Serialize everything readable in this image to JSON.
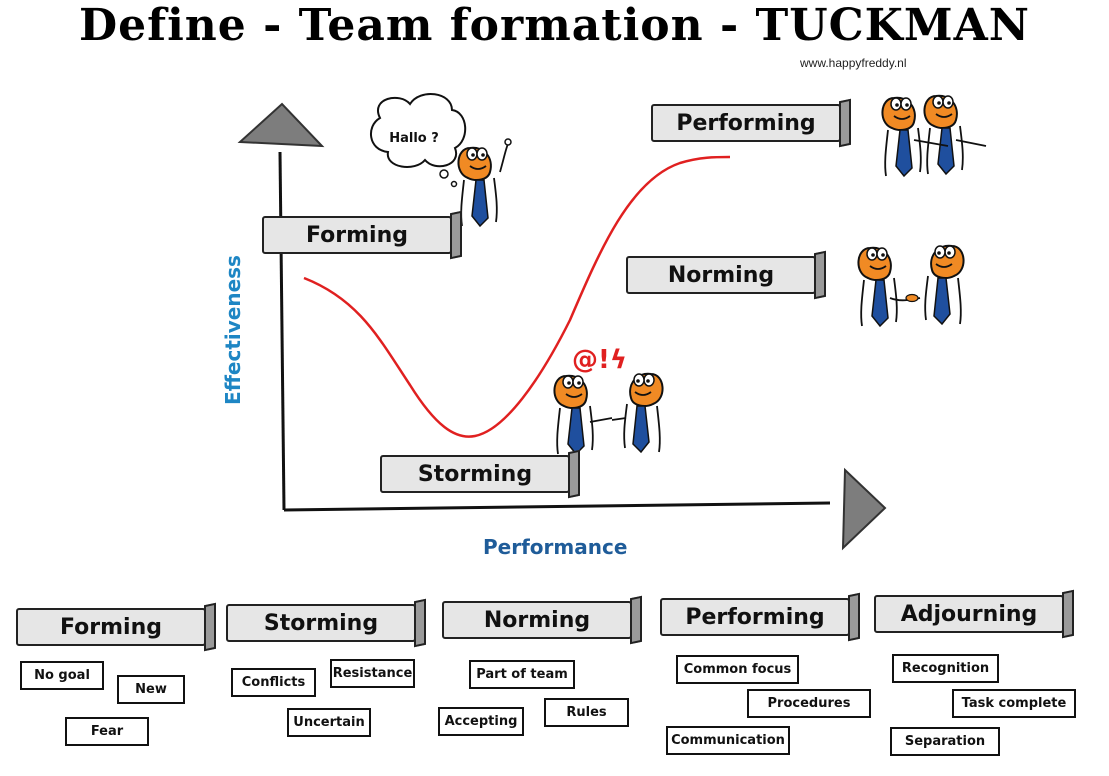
{
  "title": "Define - Team formation - TUCKMAN",
  "website": "www.happyfreddy.nl",
  "diagram": {
    "y_axis_label": "Effectiveness",
    "x_axis_label": "Performance",
    "stages": {
      "forming": "Forming",
      "storming": "Storming",
      "norming": "Norming",
      "performing": "Performing"
    },
    "speech_bubble": "Hallo ?",
    "exclamation": "@!ϟ"
  },
  "phases": [
    {
      "name": "Forming",
      "keywords": [
        "No goal",
        "New",
        "Fear"
      ]
    },
    {
      "name": "Storming",
      "keywords": [
        "Conflicts",
        "Resistance",
        "Uncertain"
      ]
    },
    {
      "name": "Norming",
      "keywords": [
        "Part of team",
        "Accepting",
        "Rules"
      ]
    },
    {
      "name": "Performing",
      "keywords": [
        "Common focus",
        "Procedures",
        "Communication"
      ]
    },
    {
      "name": "Adjourning",
      "keywords": [
        "Recognition",
        "Task complete",
        "Separation"
      ]
    }
  ],
  "colors": {
    "curve": "#e02020",
    "figure_orange": "#f08a24",
    "tie_blue": "#1f4f9e",
    "banner_fill": "#e6e6e6"
  }
}
